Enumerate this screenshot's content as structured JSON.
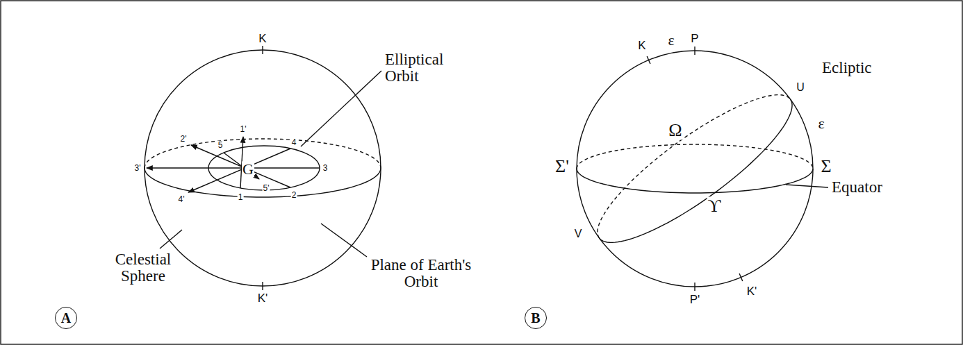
{
  "diagram": {
    "nodes": [
      {
        "text": [
          "A"
        ]
      },
      {
        "text": [
          "B"
        ]
      }
    ],
    "labels": [
      "K",
      "Elliptical Orbit",
      "2'",
      "1'",
      "5",
      "4",
      "3'",
      "G",
      "3",
      "4'",
      "1",
      "5'",
      "2",
      "Celestial Sphere",
      "Plane of Earth's Orbit",
      "K'",
      "K",
      "ε",
      "P",
      "U",
      "Ecliptic",
      "ε",
      "Ω",
      "Σ'",
      "Σ",
      "Equator",
      "ϒ",
      "V",
      "P'",
      "K'"
    ]
  }
}
